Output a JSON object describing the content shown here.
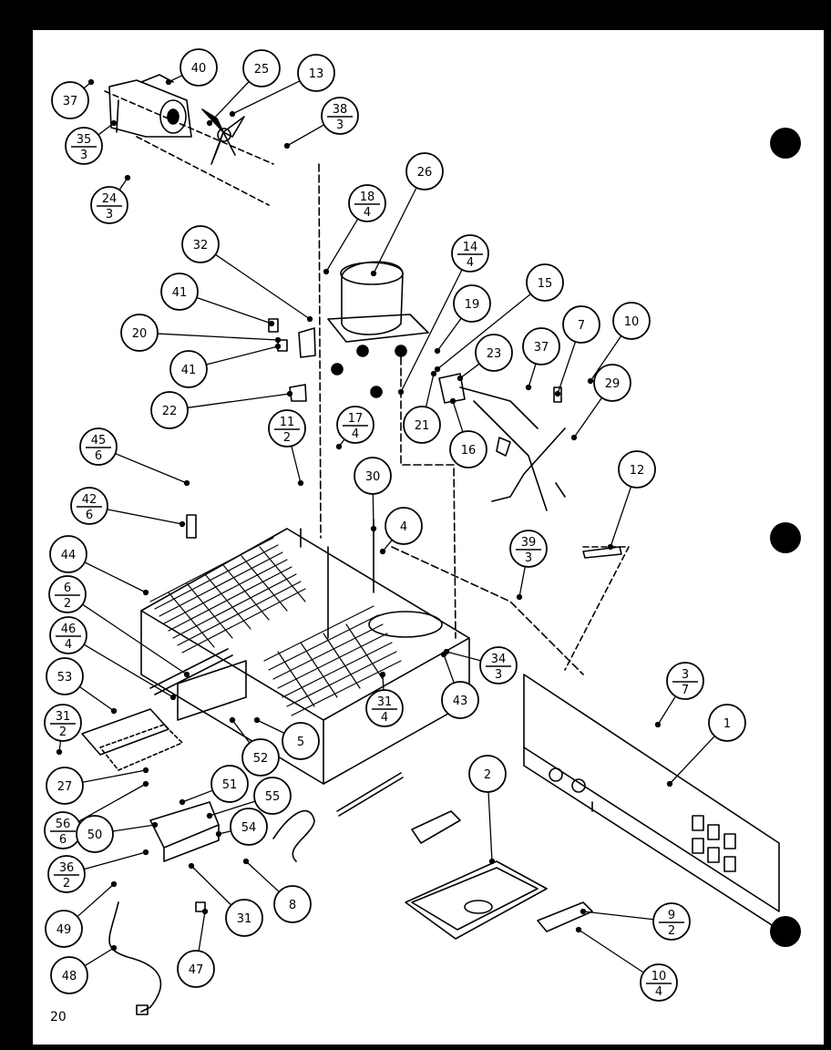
{
  "page_number": "20",
  "callouts": [
    {
      "label": "40"
    },
    {
      "label": "25"
    },
    {
      "label": "13"
    },
    {
      "label": "37"
    },
    {
      "label": "35",
      "den": "3"
    },
    {
      "label": "38",
      "den": "3"
    },
    {
      "label": "24",
      "den": "3"
    },
    {
      "label": "26"
    },
    {
      "label": "18",
      "den": "4"
    },
    {
      "label": "32"
    },
    {
      "label": "14",
      "den": "4"
    },
    {
      "label": "15"
    },
    {
      "label": "41"
    },
    {
      "label": "19"
    },
    {
      "label": "7"
    },
    {
      "label": "10"
    },
    {
      "label": "20"
    },
    {
      "label": "23"
    },
    {
      "label": "37"
    },
    {
      "label": "41"
    },
    {
      "label": "29"
    },
    {
      "label": "22"
    },
    {
      "label": "17",
      "den": "4"
    },
    {
      "label": "21"
    },
    {
      "label": "16"
    },
    {
      "label": "11",
      "den": "2"
    },
    {
      "label": "45",
      "den": "6"
    },
    {
      "label": "30"
    },
    {
      "label": "12"
    },
    {
      "label": "4"
    },
    {
      "label": "42",
      "den": "6"
    },
    {
      "label": "39",
      "den": "3"
    },
    {
      "label": "44"
    },
    {
      "label": "6",
      "den": "2"
    },
    {
      "label": "46",
      "den": "4"
    },
    {
      "label": "34",
      "den": "3"
    },
    {
      "label": "43"
    },
    {
      "label": "3",
      "den": "7"
    },
    {
      "label": "1"
    },
    {
      "label": "53"
    },
    {
      "label": "31",
      "den": "2"
    },
    {
      "label": "31",
      "den": "4"
    },
    {
      "label": "5"
    },
    {
      "label": "52"
    },
    {
      "label": "27"
    },
    {
      "label": "51"
    },
    {
      "label": "55"
    },
    {
      "label": "2"
    },
    {
      "label": "56",
      "den": "6"
    },
    {
      "label": "50"
    },
    {
      "label": "54"
    },
    {
      "label": "36",
      "den": "2"
    },
    {
      "label": "9",
      "den": "2"
    },
    {
      "label": "49"
    },
    {
      "label": "31"
    },
    {
      "label": "8"
    },
    {
      "label": "47"
    },
    {
      "label": "48"
    },
    {
      "label": "10",
      "den": "4"
    }
  ]
}
